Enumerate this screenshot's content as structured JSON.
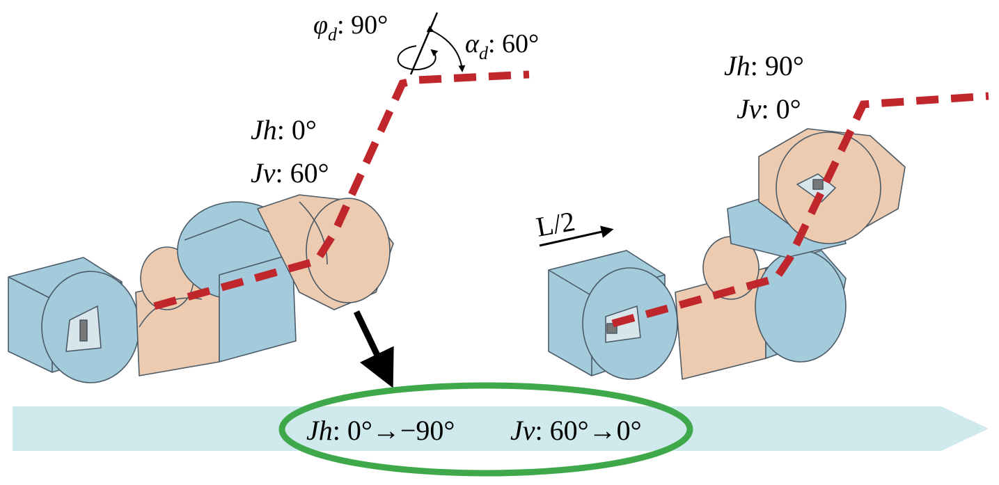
{
  "colors": {
    "module_blue": "#a3cbdc",
    "module_tan": "#eccbb0",
    "module_outline": "#4a5a66",
    "dashed_axis": "#c0272d",
    "timeline_band": "#cfe9ec",
    "highlight_ellipse": "#3fa84a",
    "arrow": "#000000"
  },
  "icons": {
    "rotation_arrow": "curved-arrow-icon",
    "motion_arrow": "arrow-icon"
  },
  "left_robot": {
    "phi": {
      "symbol": "φ",
      "sub": "d",
      "value": ": 90°"
    },
    "alpha": {
      "symbol": "α",
      "sub": "d",
      "value": ": 60°"
    },
    "jh": {
      "name": "Jh",
      "value": ": 0°"
    },
    "jv": {
      "name": "Jv",
      "value": ": 60°"
    }
  },
  "right_robot": {
    "jh": {
      "name": "Jh",
      "value": ": 90°"
    },
    "jv": {
      "name": "Jv",
      "value": ": 0°"
    },
    "shift_label": "L/2"
  },
  "transition": {
    "jh": {
      "name": "Jh",
      "value": ": 0°→−90°"
    },
    "jv": {
      "name": "Jv",
      "value": ": 60°→0°"
    }
  }
}
